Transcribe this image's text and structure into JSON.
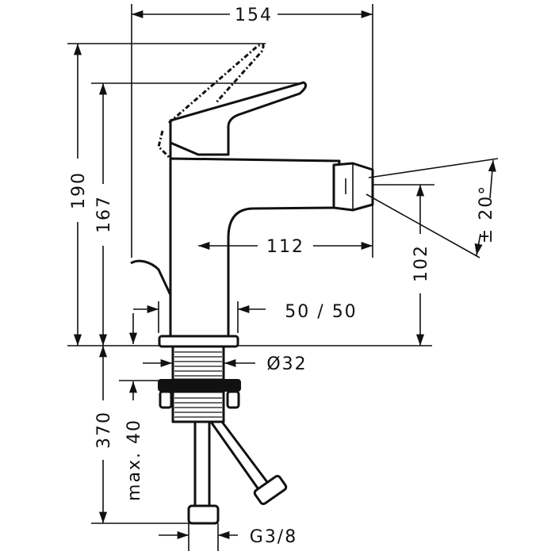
{
  "dimensions": {
    "overall_length": "154",
    "overall_height": "190",
    "body_height": "167",
    "spout_reach": "112",
    "spout_height": "102",
    "jet_angle": "± 20°",
    "flow_pressure": "50 / 50",
    "shank_diameter": "Ø32",
    "hose_length": "370",
    "max_countertop": "max. 40",
    "connection_thread": "G3/8"
  }
}
